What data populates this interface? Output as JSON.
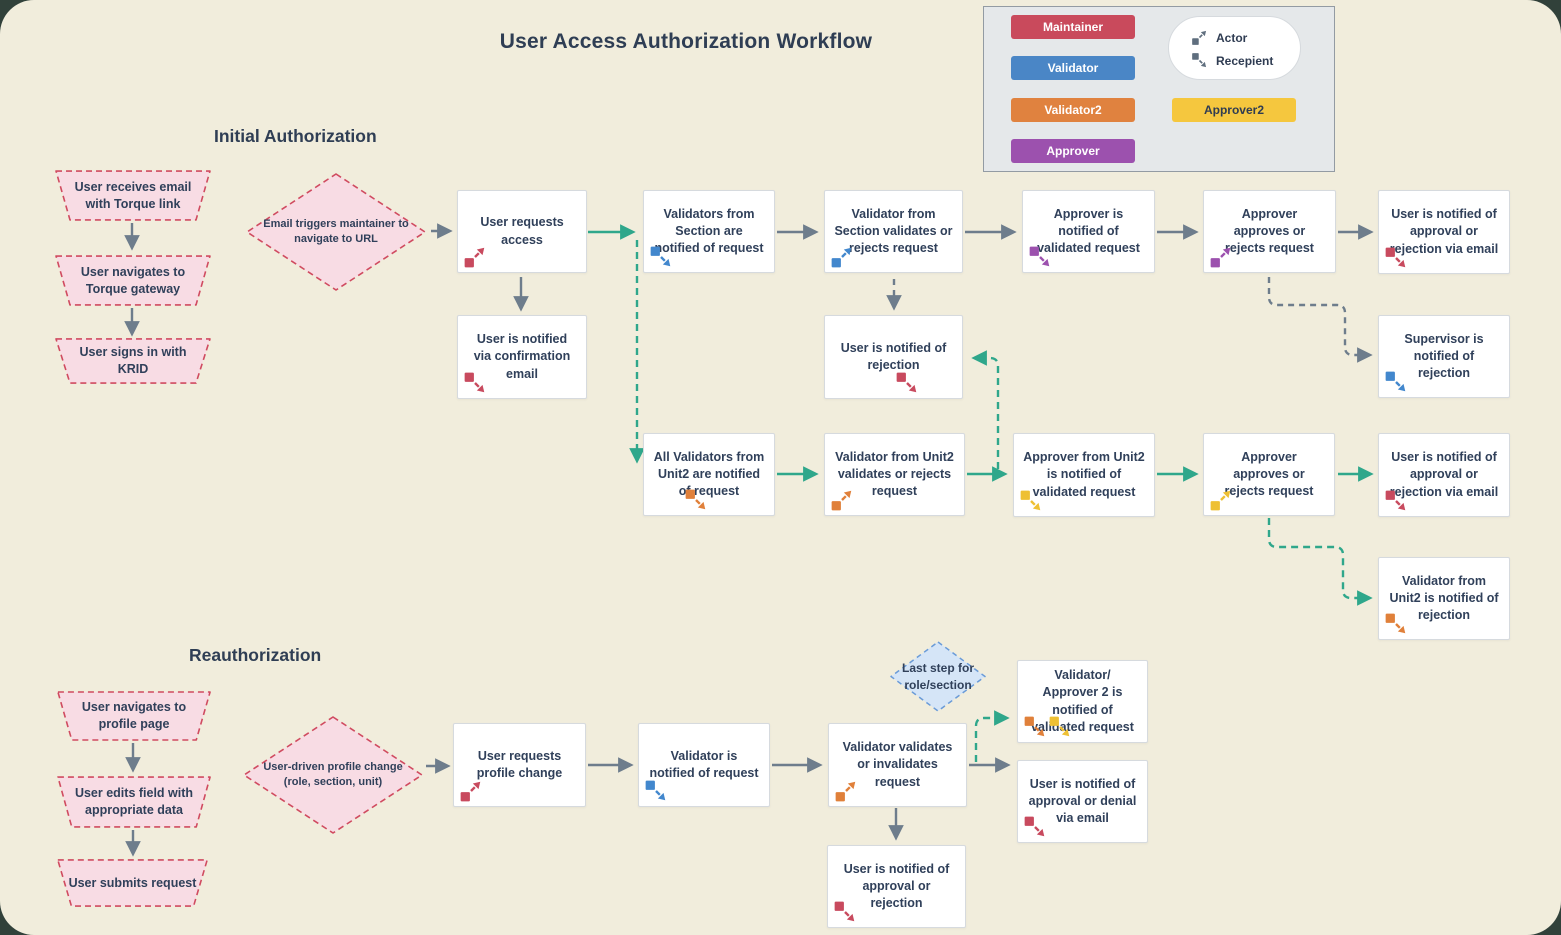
{
  "title": "User Access Authorization Workflow",
  "colors": {
    "canvas_background": "#f1eddc",
    "maintainer_red": "#c94a5c",
    "validator_blue": "#4a86c6",
    "validator2_orange": "#e0823f",
    "approver_purple": "#9c51ae",
    "approver2_yellow": "#f5c73e",
    "teal_connector": "#2fa78b",
    "gray_connector": "#6e7d8c",
    "pink_shape_fill": "#f8dce4",
    "pink_shape_border": "#d04b60",
    "blue_shape_fill": "#d5e5f7",
    "blue_shape_border": "#6a9bd8",
    "text_dark": "#2f3e54"
  },
  "legend": {
    "roles": [
      {
        "label": "Maintainer",
        "color": "#c94a5c"
      },
      {
        "label": "Validator",
        "color": "#4a86c6"
      },
      {
        "label": "Validator2",
        "color": "#e0823f"
      },
      {
        "label": "Approver",
        "color": "#9c51ae"
      },
      {
        "label": "Approver2",
        "color": "#f5c73e"
      }
    ],
    "actor_label": "Actor",
    "recipient_label": "Recepient"
  },
  "initial": {
    "heading": "Initial Authorization",
    "trap_email": {
      "label": "User receives email with Torque link"
    },
    "trap_navigate": {
      "label": "User navigates to Torque gateway"
    },
    "trap_signin": {
      "label": "User signs in with KRID"
    },
    "diamond_trigger": {
      "label": "Email triggers maintainer to navigate to URL"
    },
    "request_access": {
      "label": "User requests access",
      "icon": "maintainer-actor"
    },
    "confirmation_email": {
      "label": "User is notified via confirmation email",
      "icon": "maintainer-recipient"
    },
    "validators_notified": {
      "label": "Validators from Section are notified of request",
      "icon": "validator-recipient"
    },
    "validator_validates": {
      "label": "Validator from Section validates or rejects request",
      "icon": "validator-actor"
    },
    "rejection_notice": {
      "label": "User is notified of rejection",
      "icon": "maintainer-recipient"
    },
    "approver_notified": {
      "label": "Approver is notified of validated request",
      "icon": "approver-recipient"
    },
    "approver_approves": {
      "label": "Approver approves or rejects request",
      "icon": "approver-actor"
    },
    "user_notified_email": {
      "label": "User is notified of approval or rejection via email",
      "icon": "maintainer-recipient"
    },
    "supervisor_notified": {
      "label": "Supervisor is notified of rejection",
      "icon": "validator-recipient"
    },
    "unit2_validators_notified": {
      "label": "All Validators from Unit2 are notified of request",
      "icon": "validator2-recipient"
    },
    "unit2_validator_validates": {
      "label": "Validator from Unit2 validates or rejects request",
      "icon": "validator2-actor"
    },
    "unit2_approver_notified": {
      "label": "Approver from Unit2 is notified of validated request",
      "icon": "approver2-recipient"
    },
    "unit2_approver_approves": {
      "label": "Approver approves or rejects request",
      "icon": "approver2-actor"
    },
    "unit2_user_notified_email": {
      "label": "User is notified of approval or rejection via email",
      "icon": "maintainer-recipient"
    },
    "unit2_validator_rejection": {
      "label": "Validator from Unit2 is notified of rejection",
      "icon": "validator2-recipient"
    }
  },
  "reauth": {
    "heading": "Reauthorization",
    "trap_profile": {
      "label": "User navigates to profile page"
    },
    "trap_edit": {
      "label": "User edits field with appropriate data"
    },
    "trap_submit": {
      "label": "User submits request"
    },
    "diamond_change": {
      "label": "User-driven profile change (role, section, unit)"
    },
    "request_change": {
      "label": "User requests profile change",
      "icon": "maintainer-actor"
    },
    "validator_notified": {
      "label": "Validator is notified of request",
      "icon": "validator-recipient"
    },
    "validator_validates": {
      "label": "Validator validates or invalidates request",
      "icon": "validator2-actor"
    },
    "last_step": {
      "label": "Last step for role/section"
    },
    "approver2_notified": {
      "label": "Validator/ Approver 2 is notified of validated request",
      "icons": [
        "validator2-recipient",
        "approver2-recipient"
      ]
    },
    "user_notified_email": {
      "label": "User is notified of approval or denial via email",
      "icon": "maintainer-recipient"
    },
    "user_notified": {
      "label": "User is notified of approval or rejection",
      "icon": "maintainer-recipient"
    }
  }
}
